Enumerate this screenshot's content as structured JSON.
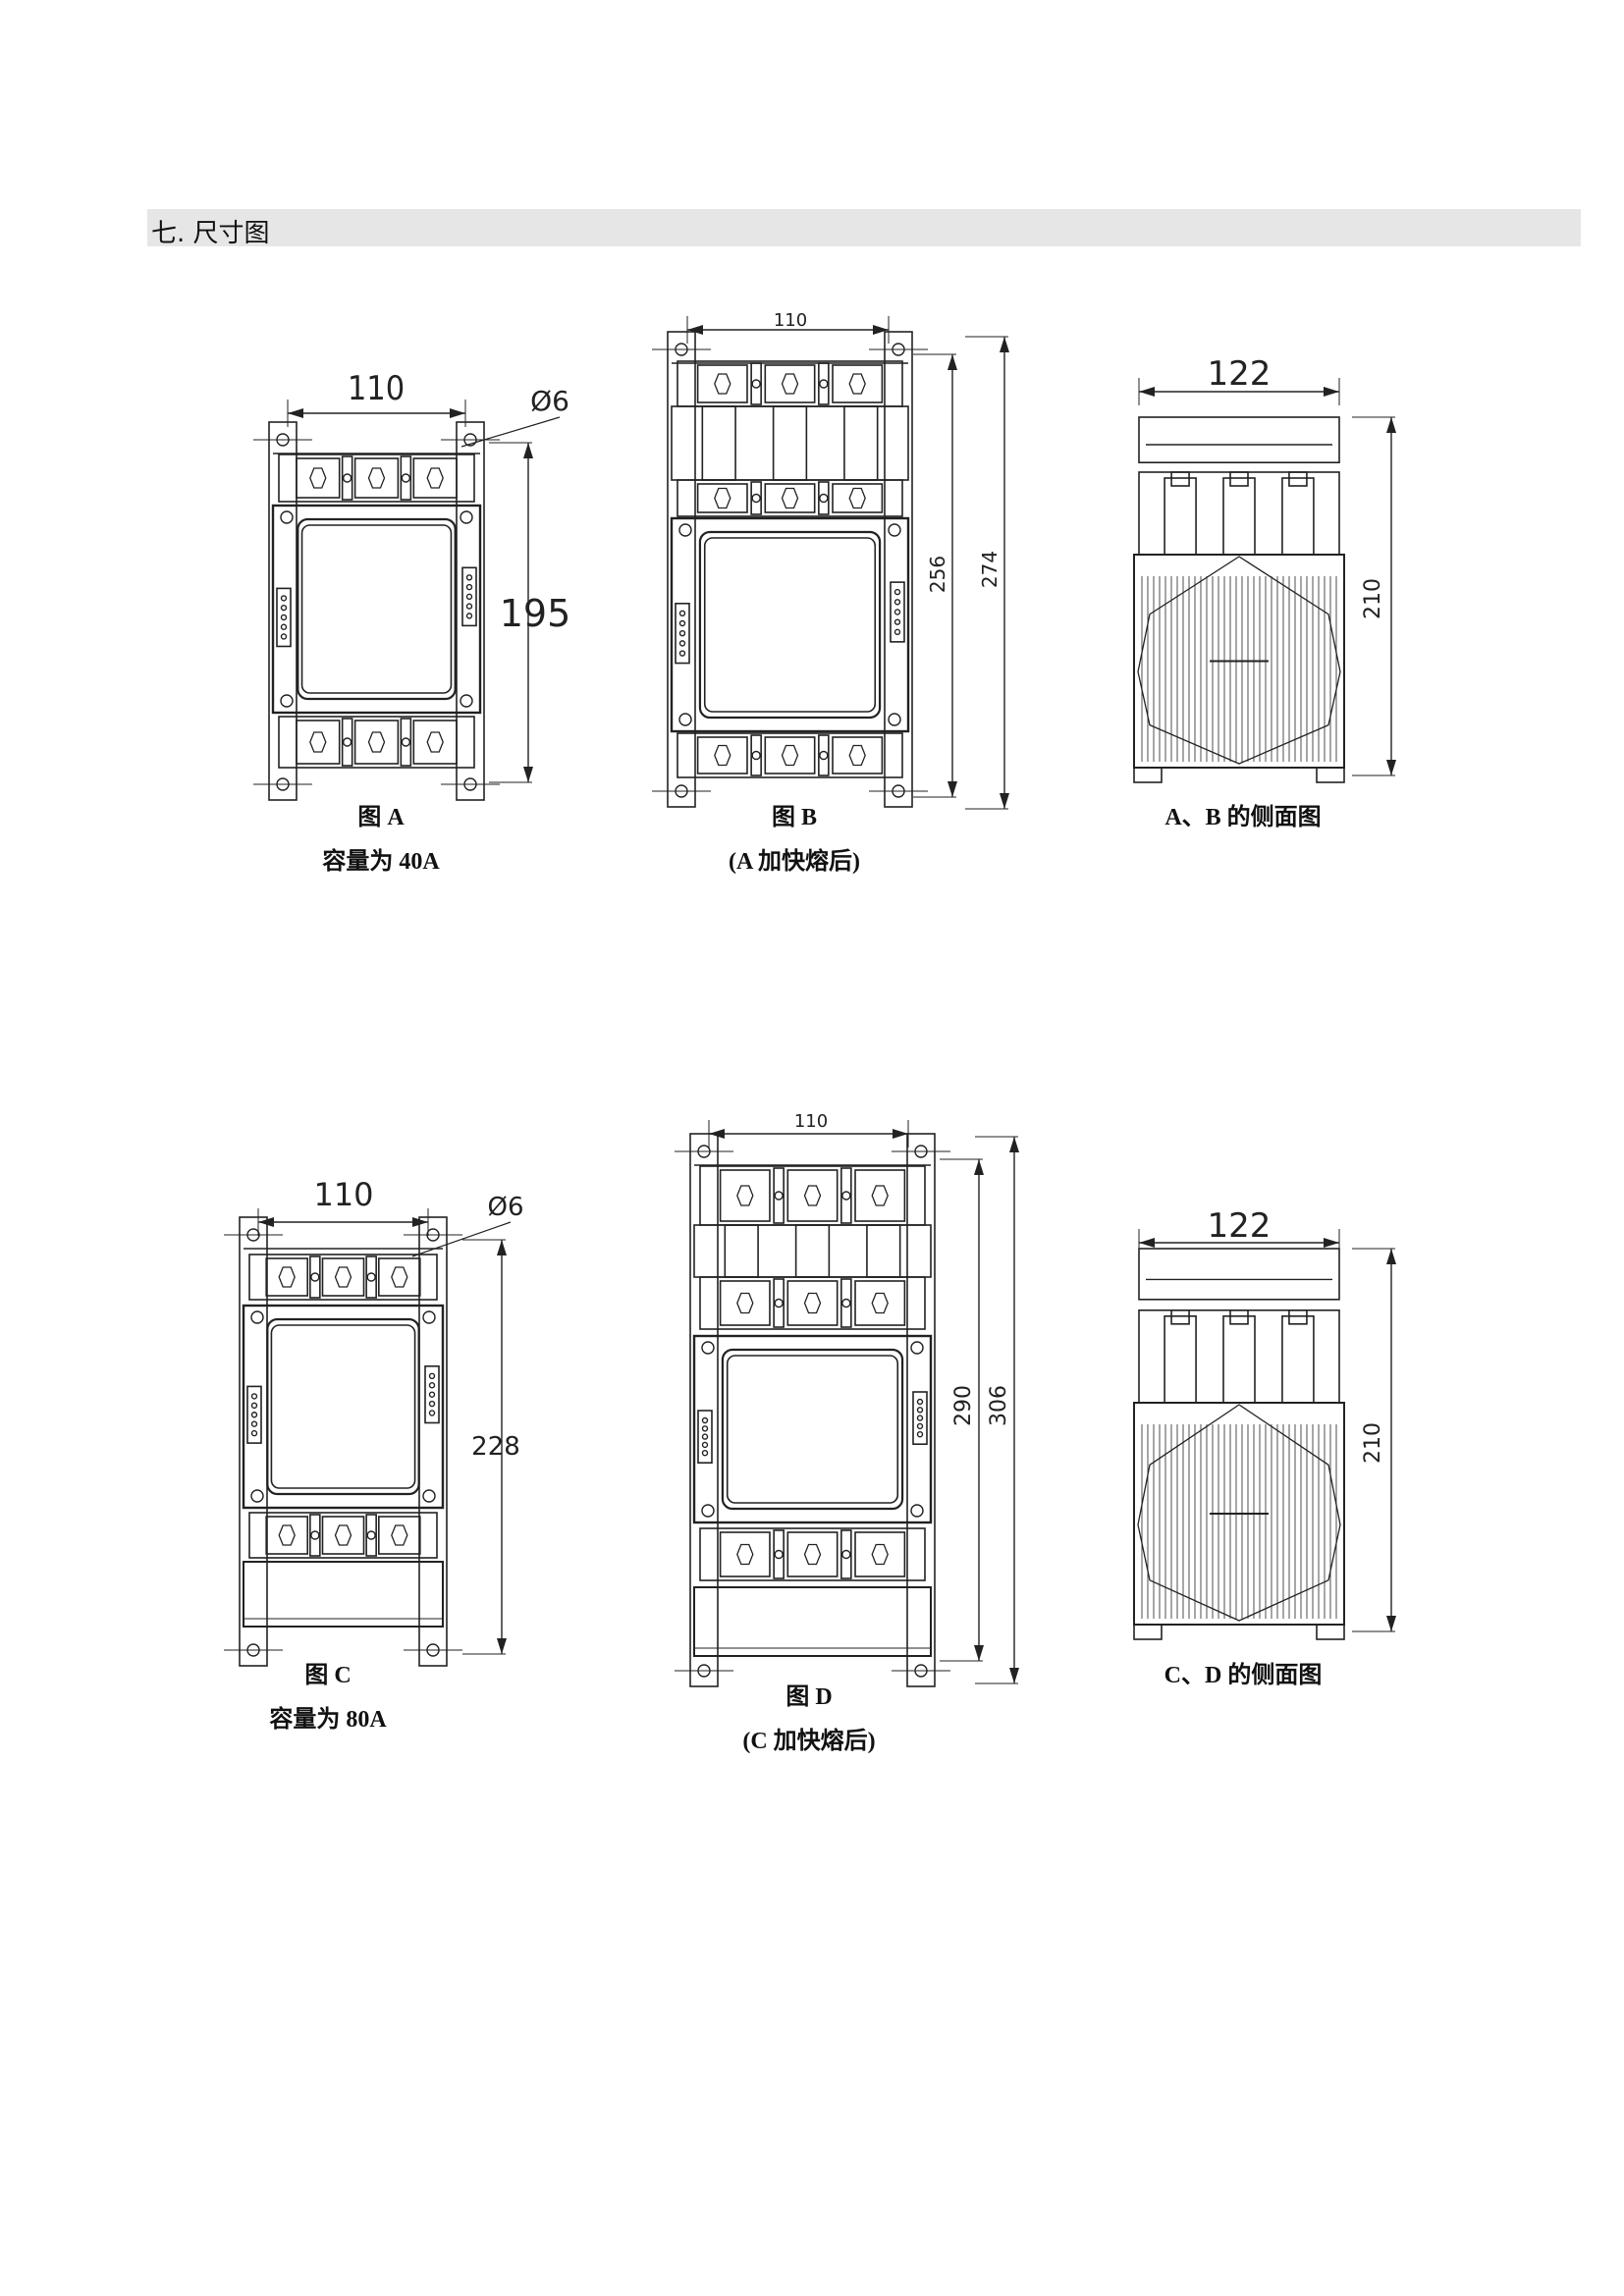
{
  "section": {
    "title": "七. 尺寸图"
  },
  "figures": {
    "a": {
      "caption": "图 A",
      "note": "容量为 40A",
      "width": "110",
      "height": "195",
      "hole": "Ø6"
    },
    "b": {
      "caption": "图 B",
      "note": "(A 加快熔后)",
      "width": "110",
      "height_inner": "256",
      "height_outer": "274"
    },
    "ab_side": {
      "caption": "A、B 的侧面图",
      "depth": "122",
      "height": "210"
    },
    "c": {
      "caption": "图 C",
      "note": "容量为 80A",
      "width": "110",
      "height": "228",
      "hole": "Ø6"
    },
    "d": {
      "caption": "图 D",
      "note": "(C 加快熔后)",
      "width": "110",
      "height_inner": "290",
      "height_outer": "306"
    },
    "cd_side": {
      "caption": "C、D 的侧面图",
      "depth": "122",
      "height": "210"
    }
  },
  "colors": {
    "line": "#222222",
    "header_bg": "#e6e6e6"
  }
}
